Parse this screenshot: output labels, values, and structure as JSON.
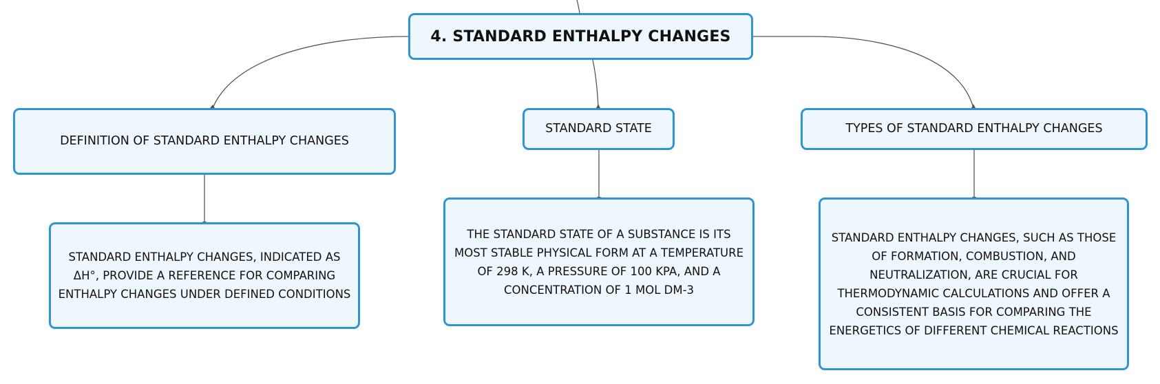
{
  "diagram": {
    "root": {
      "label": "4. STANDARD ENTHALPY CHANGES"
    },
    "branches": [
      {
        "id": "definition",
        "label": "DEFINITION OF STANDARD ENTHALPY CHANGES",
        "detail": "STANDARD ENTHALPY CHANGES, INDICATED AS ΔH°, PROVIDE A REFERENCE FOR COMPARING ENTHALPY CHANGES UNDER DEFINED CONDITIONS"
      },
      {
        "id": "state",
        "label": "STANDARD STATE",
        "detail": "THE STANDARD STATE OF A SUBSTANCE IS ITS MOST STABLE PHYSICAL FORM AT A TEMPERATURE OF 298 K, A PRESSURE OF 100 KPA, AND A CONCENTRATION OF 1 MOL DM-3"
      },
      {
        "id": "types",
        "label": "TYPES OF STANDARD ENTHALPY CHANGES",
        "detail": "STANDARD ENTHALPY CHANGES, SUCH AS THOSE OF FORMATION, COMBUSTION, AND NEUTRALIZATION, ARE CRUCIAL FOR THERMODYNAMIC CALCULATIONS AND OFFER A CONSISTENT BASIS FOR COMPARING THE ENERGETICS OF DIFFERENT CHEMICAL REACTIONS"
      }
    ],
    "colors": {
      "node_border": "#2f94d6",
      "node_fill": "#eef7fd",
      "connector": "#555555",
      "text": "#111111"
    }
  }
}
